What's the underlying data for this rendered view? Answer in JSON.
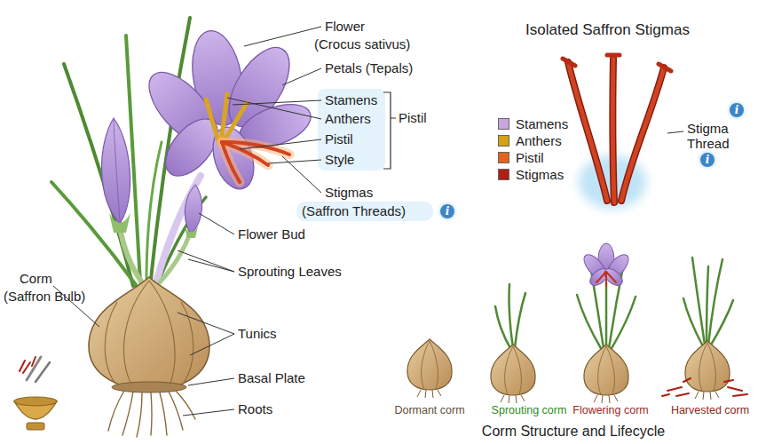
{
  "diagram": {
    "title": "Isolated Saffron Stigmas",
    "caption": "Corm Structure and Lifecycle",
    "labels": [
      "Flower",
      "(Crocus sativus)",
      "Petals (Tepals)",
      "Stamens",
      "Anthers",
      "Pistil",
      "Style",
      "Pistil",
      "Stigmas",
      "(Saffron Threads)",
      "i",
      "Flower Bud",
      "Sprouting Leaves",
      "Corm",
      "(Saffron Bulb)",
      "Tunics",
      "Basal Plate",
      "Roots",
      "Stigma Thread",
      "i",
      "i",
      "Dormant corm",
      "Sprouting corm",
      "Flowering corm",
      "Harvested corm"
    ],
    "legend": [
      {
        "text": "Stamens",
        "color": "#c9a6dc"
      },
      {
        "text": "Anthers",
        "color": "#d4a017"
      },
      {
        "text": "Pistil",
        "color": "#e0661c"
      },
      {
        "text": "Stigmas",
        "color": "#b01e14"
      }
    ]
  }
}
